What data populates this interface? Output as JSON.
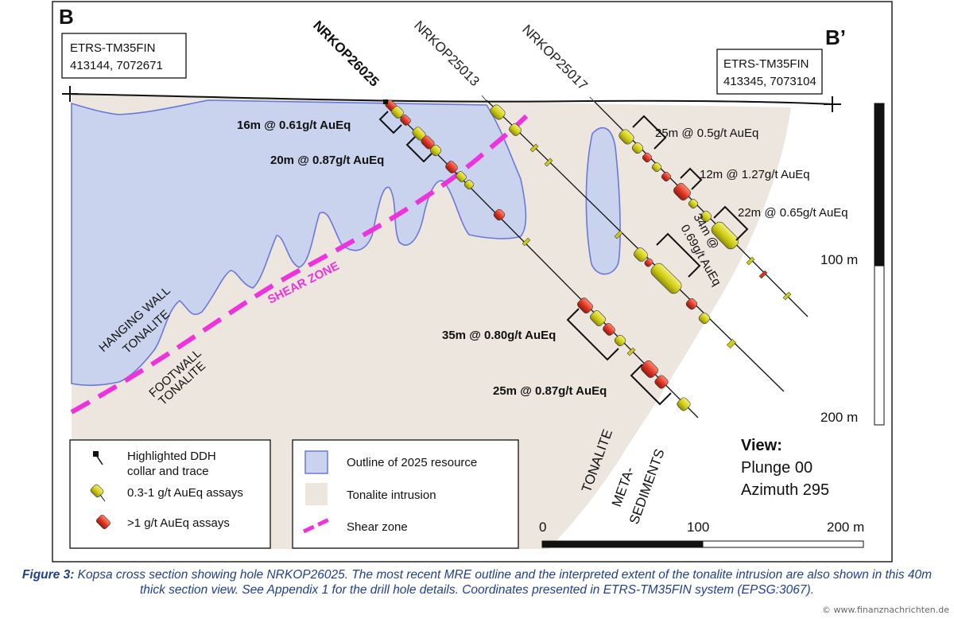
{
  "section": {
    "left_label": "B",
    "right_label": "B’",
    "left_coord": {
      "system": "ETRS-TM35FIN",
      "value": "413144, 7072671"
    },
    "right_coord": {
      "system": "ETRS-TM35FIN",
      "value": "413345, 7073104"
    }
  },
  "holes": [
    {
      "id": "NRKOP26025",
      "highlighted": true
    },
    {
      "id": "NRKOP25013",
      "highlighted": false
    },
    {
      "id": "NRKOP25017",
      "highlighted": false
    }
  ],
  "intercepts": [
    {
      "text": "16m @ 0.61g/t AuEq",
      "bold": true
    },
    {
      "text": "20m @ 0.87g/t AuEq",
      "bold": true
    },
    {
      "text": "35m @ 0.80g/t AuEq",
      "bold": true
    },
    {
      "text": "25m @ 0.87g/t AuEq",
      "bold": true
    },
    {
      "text": "25m @ 0.5g/t AuEq",
      "bold": false
    },
    {
      "text": "12m @ 1.27g/t AuEq",
      "bold": false
    },
    {
      "text": "22m @ 0.65g/t AuEq",
      "bold": false
    },
    {
      "text_line1": "34m @",
      "text_line2": "0.69g/t AuEq",
      "bold": false
    }
  ],
  "geology": {
    "shear_zone": "SHEAR ZONE",
    "hanging_wall": [
      "HANGING WALL",
      "TONALITE"
    ],
    "footwall": [
      "FOOTWALL",
      "TONALITE"
    ],
    "tonalite": "TONALITE",
    "metasediments": [
      "META-",
      "SEDIMENTS"
    ]
  },
  "vertical_scale": {
    "label_100": "100 m",
    "label_200": "200 m"
  },
  "horizontal_scale": {
    "label_0": "0",
    "label_100": "100",
    "label_200": "200 m"
  },
  "view": {
    "title": "View:",
    "plunge": "Plunge 00",
    "azimuth": "Azimuth 295"
  },
  "legend_drillholes": {
    "items": [
      {
        "label_line1": "Highlighted DDH",
        "label_line2": "collar and trace",
        "symbol": "collar-trace-icon"
      },
      {
        "label": "0.3-1 g/t AuEq assays",
        "symbol": "yellow-assay-icon"
      },
      {
        "label": ">1 g/t AuEq assays",
        "symbol": "red-assay-icon"
      }
    ]
  },
  "legend_geology": {
    "items": [
      {
        "label": "Outline of 2025 resource",
        "symbol": "resource-outline-swatch"
      },
      {
        "label": "Tonalite intrusion",
        "symbol": "tonalite-swatch"
      },
      {
        "label": "Shear zone",
        "symbol": "shear-zone-line"
      }
    ]
  },
  "caption": {
    "label": "Figure 3:",
    "text": " Kopsa cross section showing hole NRKOP26025. The most recent MRE outline and the interpreted extent of the tonalite intrusion are also shown in this 40m thick section view. See Appendix 1 for the drill hole details. Coordinates presented in ETRS-TM35FIN system (EPSG:3067)."
  },
  "watermark": "© www.finanznachrichten.de",
  "colors": {
    "resource_fill": "#c9d3ee",
    "resource_stroke": "#6a78d8",
    "tonalite_fill": "#ede6df",
    "shear_zone": "#ee33dd",
    "low_grade": "#d6d21a",
    "high_grade": "#dd3322",
    "caption": "#1f3f8f"
  }
}
